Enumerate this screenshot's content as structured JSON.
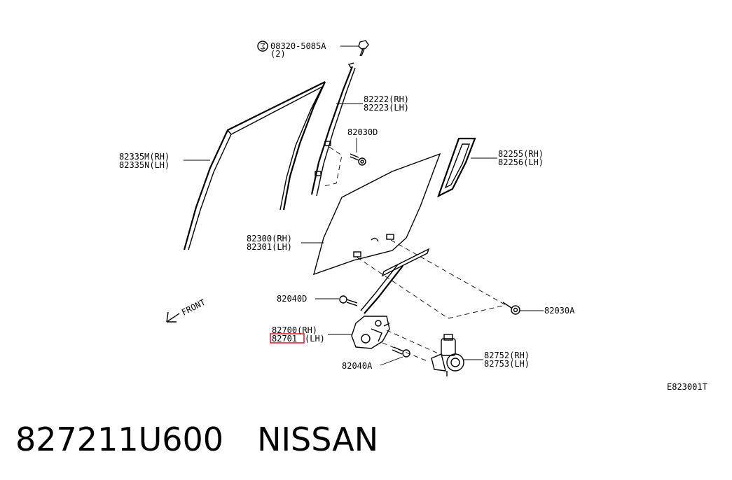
{
  "diagram": {
    "labels": {
      "screw_code": "08320-5085A",
      "screw_qty": "(2)",
      "sash_rh": "82222(RH)",
      "sash_lh": "82223(LH)",
      "bolt_d": "82030D",
      "weatherstrip_rh": "82335M(RH)",
      "weatherstrip_lh": "82335N(LH)",
      "fixed_glass_rh": "82255(RH)",
      "fixed_glass_lh": "82256(LH)",
      "glass_rh": "82300(RH)",
      "glass_lh": "82301(LH)",
      "bolt_40d": "82040D",
      "front": "FRONT",
      "bolt_a": "82030A",
      "regulator_rh": "82700(RH)",
      "regulator_lh_code": "82701",
      "regulator_lh_side": "(LH)",
      "bolt_40a": "82040A",
      "motor_rh": "82752(RH)",
      "motor_lh": "82753(LH)",
      "drawing_code": "E823001T"
    },
    "highlight_color": "#e0001b"
  },
  "caption": {
    "part_number": "827211U600",
    "brand": "NISSAN"
  }
}
